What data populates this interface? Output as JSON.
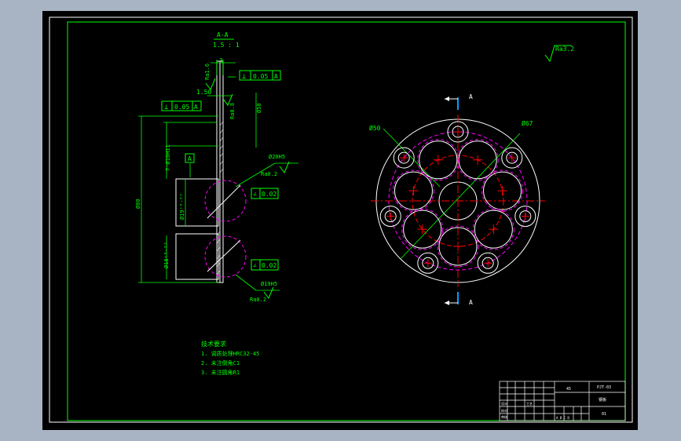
{
  "section": {
    "label": "A-A",
    "scale": "1.5 : 1"
  },
  "surface_finish": {
    "default": "Ra3.2"
  },
  "side_view": {
    "dim_thickness": "3",
    "dim_len": "1.50",
    "ra_top": "Ra1.6",
    "perp_top": {
      "symbol": "⊥",
      "tol": "0.05",
      "datum": "A"
    },
    "perp_left": {
      "symbol": "⊥",
      "tol": "0.05",
      "datum": "A"
    },
    "ra_mid": "Ra0.8",
    "dim_phi50": "Ø50",
    "dim_bolt": "7-Ø10H11",
    "datum_label": "A",
    "dim_phi80": "Ø80",
    "dim_phi19": "Ø19⁺⁰·⁰⁵",
    "dim_phi18": "Ø18⁺⁰·⁰⁵",
    "fit_upper": "Ø20H5",
    "ra_upper": "Ra0.2",
    "pos_upper": {
      "symbol": "∠",
      "tol": "0.02"
    },
    "pos_lower": {
      "symbol": "∠",
      "tol": "0.02"
    },
    "fit_lower": "Ø19H5",
    "ra_lower": "Ra0.2"
  },
  "front_view": {
    "dim_phi50": "Ø50",
    "dim_phi67": "Ø67",
    "section_mark_top": "A",
    "section_mark_bottom": "A"
  },
  "notes": {
    "title": "技术要求",
    "items": [
      "1. 调质处理HRC32-45",
      "2. 未注倒角C1",
      "3. 未注圆角R1"
    ]
  },
  "title_block": {
    "part_name": "45",
    "drawing_no": "PJT-03",
    "material": "钢板",
    "sheet": "01",
    "row_labels": [
      "设计",
      "校对",
      "审核",
      "工艺"
    ],
    "stage_label": "A B C D"
  },
  "colors": {
    "background": "#000000",
    "outline": "#ffffff",
    "dimension": "#00ff00",
    "center": "#ff0000",
    "hidden": "#ff00ff",
    "border": "#00ff00",
    "section_marker": "#00a0ff"
  }
}
